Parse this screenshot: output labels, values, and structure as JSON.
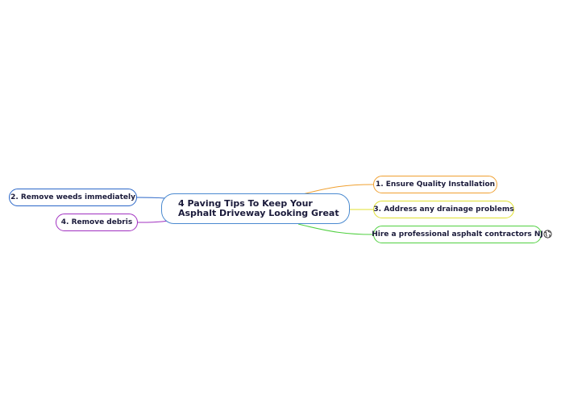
{
  "central_topic": {
    "line1": "4 Paving Tips To Keep Your",
    "line2": "Asphalt Driveway Looking Great"
  },
  "branches": {
    "right": [
      {
        "label": "1. Ensure Quality Installation",
        "color": "#f0a030"
      },
      {
        "label": "3. Address any drainage problems",
        "color": "#e0e030"
      },
      {
        "label": "Hire a professional asphalt contractors NJ",
        "color": "#50d040",
        "icon": "globe-link-icon"
      }
    ],
    "left": [
      {
        "label": "2. Remove weeds immediately",
        "color": "#2a66c8"
      },
      {
        "label": "4. Remove debris",
        "color": "#a030c0"
      }
    ]
  }
}
